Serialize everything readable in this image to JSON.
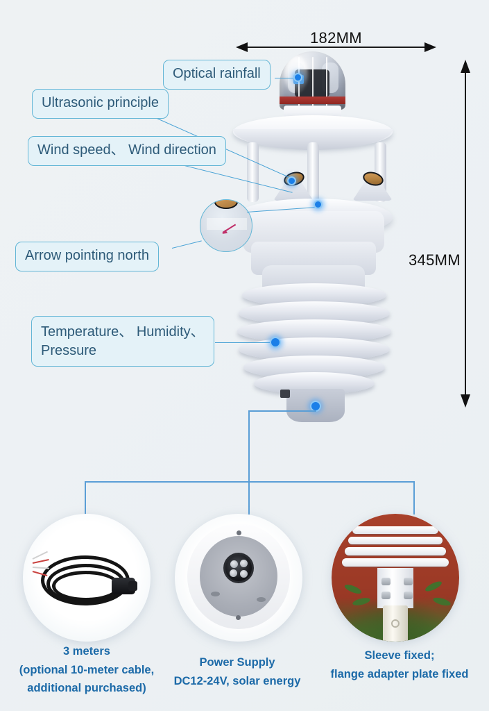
{
  "background_color": "#eef2f3",
  "theme": {
    "callout_fill": "#e4f2f8",
    "callout_border": "#63b6d6",
    "callout_text": "#2d5a78",
    "leader_line": "#4aa3d6",
    "hotspot_dot": "#1b7fe8",
    "bracket_line": "#5a9ed6",
    "caption_text": "#1c6aa8",
    "dimension_text": "#121212"
  },
  "dimensions": {
    "width_label": "182MM",
    "height_label": "345MM"
  },
  "callouts": [
    {
      "id": "optical-rainfall",
      "label": "Optical rainfall"
    },
    {
      "id": "ultrasonic-principle",
      "label": "Ultrasonic principle"
    },
    {
      "id": "wind-speed-direction",
      "label": "Wind speed、 Wind direction"
    },
    {
      "id": "arrow-pointing-north",
      "label": "Arrow pointing north"
    },
    {
      "id": "temperature-humidity-pressure",
      "label": "Temperature、 Humidity、\nPressure"
    }
  ],
  "accessories": [
    {
      "id": "cable",
      "image_name": "cable-photo",
      "caption": "3 meters\n(optional 10-meter cable,\nadditional purchased)"
    },
    {
      "id": "power-supply",
      "image_name": "connector-bottom-photo",
      "caption": "Power Supply\nDC12-24V, solar energy"
    },
    {
      "id": "mounting",
      "image_name": "installed-unit-photo",
      "caption": "Sleeve fixed;\nflange adapter plate fixed"
    }
  ]
}
